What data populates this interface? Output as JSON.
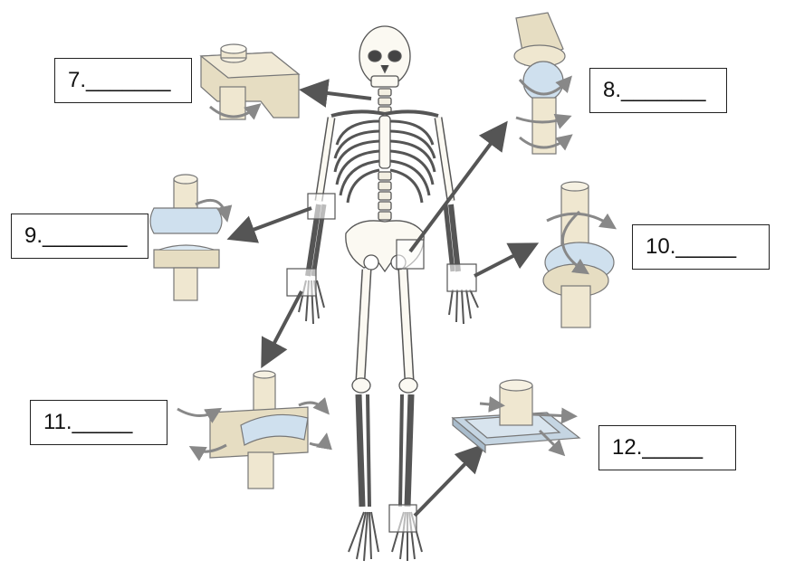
{
  "labels": [
    {
      "id": "7",
      "text": "7._______"
    },
    {
      "id": "8",
      "text": "8._______"
    },
    {
      "id": "9",
      "text": "9._______"
    },
    {
      "id": "10",
      "text": "10._____"
    },
    {
      "id": "11",
      "text": "11._____"
    },
    {
      "id": "12",
      "text": "12._____"
    }
  ],
  "colors": {
    "bone": "#efe8d4",
    "bone_shadow": "#d6cdb0",
    "outline": "#555555",
    "arrow": "#555555",
    "joint_blue": "#b9d3e6",
    "rotation_arrow": "#8a8a8a"
  },
  "icons": [
    "skeleton-figure",
    "pivot-joint-model",
    "ball-and-socket-joint-model",
    "hinge-joint-model",
    "condyloid-joint-model",
    "saddle-joint-model",
    "plane-joint-model"
  ]
}
